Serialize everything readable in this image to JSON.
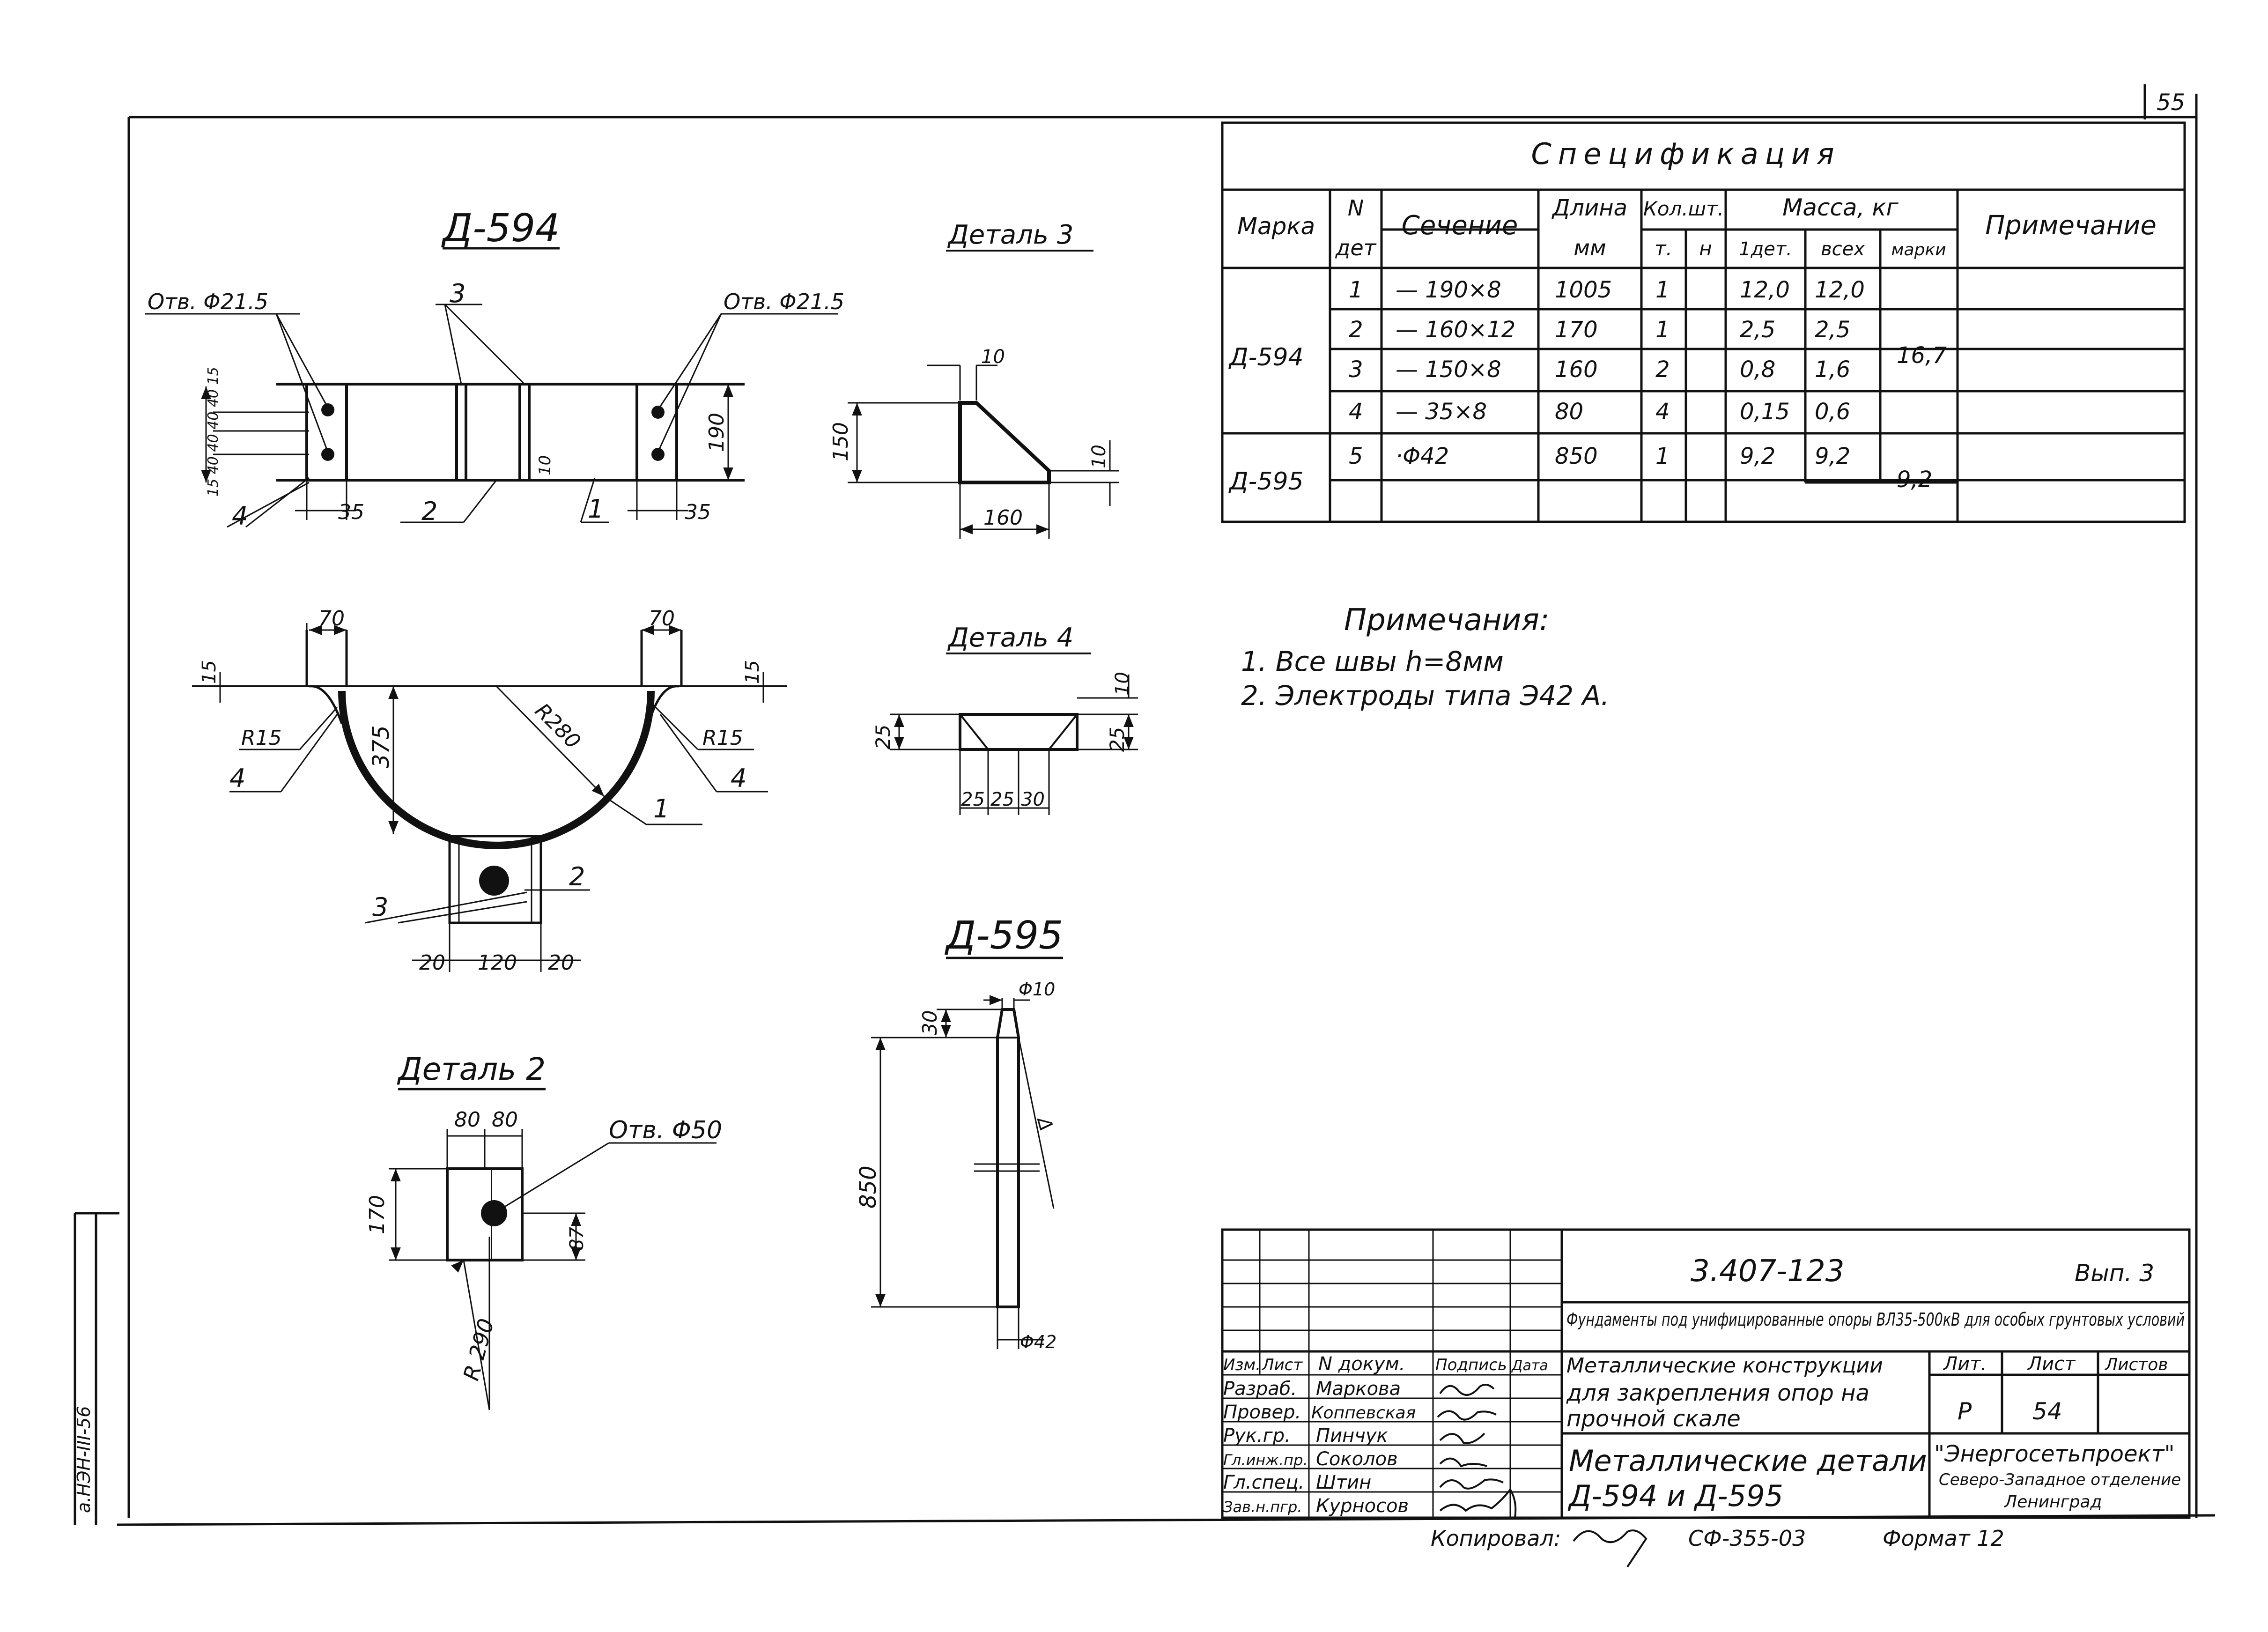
{
  "sheet_corner_number": "55",
  "spec": {
    "title": "Спецификация",
    "headers": {
      "marka": "Марка",
      "n_det_1": "N",
      "n_det_2": "дет",
      "sechenie": "Сечение",
      "dlina_1": "Длина",
      "dlina_2": "мм",
      "kol": "Кол.шт.",
      "kol_t": "т.",
      "kol_n": "н",
      "massa": "Масса, кг",
      "m_1det": "1дет.",
      "m_vseh": "всех",
      "m_marki": "марки",
      "primechanie": "Примечание"
    },
    "rows": [
      {
        "det": "1",
        "sech": "— 190×8",
        "dl": "1005",
        "t": "1",
        "m1": "12,0",
        "mall": "12,0"
      },
      {
        "det": "2",
        "sech": "— 160×12",
        "dl": "170",
        "t": "1",
        "m1": "2,5",
        "mall": "2,5"
      },
      {
        "det": "3",
        "sech": "— 150×8",
        "dl": "160",
        "t": "2",
        "m1": "0,8",
        "mall": "1,6"
      },
      {
        "det": "4",
        "sech": "— 35×8",
        "dl": "80",
        "t": "4",
        "m1": "0,15",
        "mall": "0,6"
      },
      {
        "det": "5",
        "sech": "·Φ42",
        "dl": "850",
        "t": "1",
        "m1": "9,2",
        "mall": "9,2"
      }
    ],
    "marks": [
      {
        "name": "Д-594",
        "mass": "16,7"
      },
      {
        "name": "Д-595",
        "mass": "9,2"
      }
    ]
  },
  "notes": {
    "title": "Примечания:",
    "items": [
      "1. Все швы  h=8мм",
      "2. Электроды типа Э42 А."
    ]
  },
  "drawings": {
    "d594": {
      "title": "Д-594",
      "hole_left": "Отв. Φ21.5",
      "hole_right": "Отв. Φ21.5",
      "dims_plan": [
        "190",
        "35",
        "35",
        "10",
        "15 40 40 40 40 15"
      ],
      "dims_arc": [
        "70",
        "70",
        "15",
        "15",
        "R15",
        "R15",
        "375",
        "R280",
        "20",
        "120",
        "20"
      ],
      "callouts": [
        "1",
        "2",
        "3",
        "4",
        "1",
        "2",
        "3",
        "4"
      ]
    },
    "detal3": {
      "title": "Деталь 3",
      "dims": [
        "10",
        "150",
        "10",
        "160"
      ]
    },
    "detal4": {
      "title": "Деталь 4",
      "dims": [
        "10",
        "25",
        "25",
        "25",
        "25",
        "30"
      ]
    },
    "detal2": {
      "title": "Деталь 2",
      "hole": "Отв. Φ50",
      "dims": [
        "80",
        "80",
        "170",
        "87",
        "R 290"
      ]
    },
    "d595": {
      "title": "Д-595",
      "dims": [
        "Φ10",
        "30",
        "850",
        "Φ42",
        "Δ"
      ]
    }
  },
  "titleblock": {
    "code": "3.407-123",
    "vyp": "Вып. 3",
    "project": "Фундаменты под унифицированные опоры ВЛ35-500кВ для особых грунтовых условий",
    "section_1": "Металлические конструкции",
    "section_2": "для закрепления опор на",
    "section_3": "прочной скале",
    "lit_h": "Лит.",
    "list_h": "Лист",
    "listov_h": "Листов",
    "lit": "Р",
    "list": "54",
    "name_1": "Металлические детали",
    "name_2": "Д-594  и  Д-595",
    "org_1": "\"Энергосетьпроект\"",
    "org_2": "Северо-Западное отделение",
    "org_3": "Ленинград",
    "cols": [
      "Изм.",
      "Лист",
      "N докум.",
      "Подпись",
      "Дата"
    ],
    "roles": [
      {
        "role": "Разраб.",
        "name": "Маркова"
      },
      {
        "role": "Провер.",
        "name": "Коппевская"
      },
      {
        "role": "Рук.гр.",
        "name": "Пинчук"
      },
      {
        "role": "Гл.инж.пр.",
        "name": "Соколов"
      },
      {
        "role": "Гл.спец.",
        "name": "Штин"
      },
      {
        "role": "Зав.н.пгр.",
        "name": "Курносов"
      }
    ]
  },
  "footer": {
    "kopiroval": "Копировал:",
    "stamp": "СФ-355-03",
    "format": "Формат 12"
  },
  "left_margin": {
    "inv": "а.НЭН-III-56"
  }
}
